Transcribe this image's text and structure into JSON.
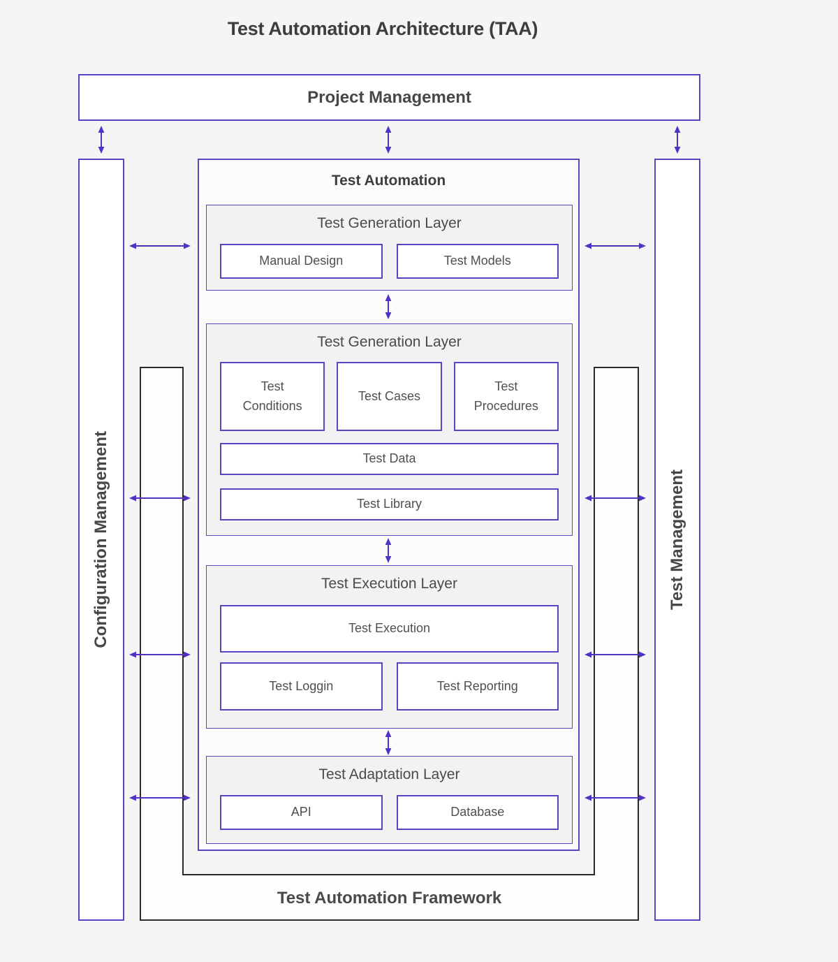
{
  "title": "Test Automation Architecture (TAA)",
  "boxes": {
    "project_management": "Project Management",
    "configuration_management": "Configuration Management",
    "test_management": "Test Management",
    "framework": "Test Automation Framework"
  },
  "automation": {
    "title": "Test Automation",
    "layers": [
      {
        "title": "Test Generation Layer",
        "items": [
          "Manual Design",
          "Test Models"
        ]
      },
      {
        "title": "Test Generation Layer",
        "items": [
          "Test Conditions",
          "Test Cases",
          "Test Procedures"
        ],
        "wide_items": [
          "Test Data",
          "Test Library"
        ]
      },
      {
        "title": "Test Execution Layer",
        "wide_items": [
          "Test Execution"
        ],
        "items": [
          "Test Loggin",
          "Test Reporting"
        ]
      },
      {
        "title": "Test Adaptation Layer",
        "items": [
          "API",
          "Database"
        ]
      }
    ]
  },
  "icons": {
    "connector": "double-headed-arrow"
  },
  "colors": {
    "accent_purple": "#5d42c4",
    "arrow_purple": "#5231c6",
    "frame_black": "#2b2b2b",
    "page_bg": "#f5f5f6",
    "panel_bg": "#fbfbfb",
    "layer_bg": "#f2f2f3",
    "band_bg": "#fdfdfd",
    "heading_text": "#3d3d3d",
    "body_text": "#4f4f4f"
  }
}
